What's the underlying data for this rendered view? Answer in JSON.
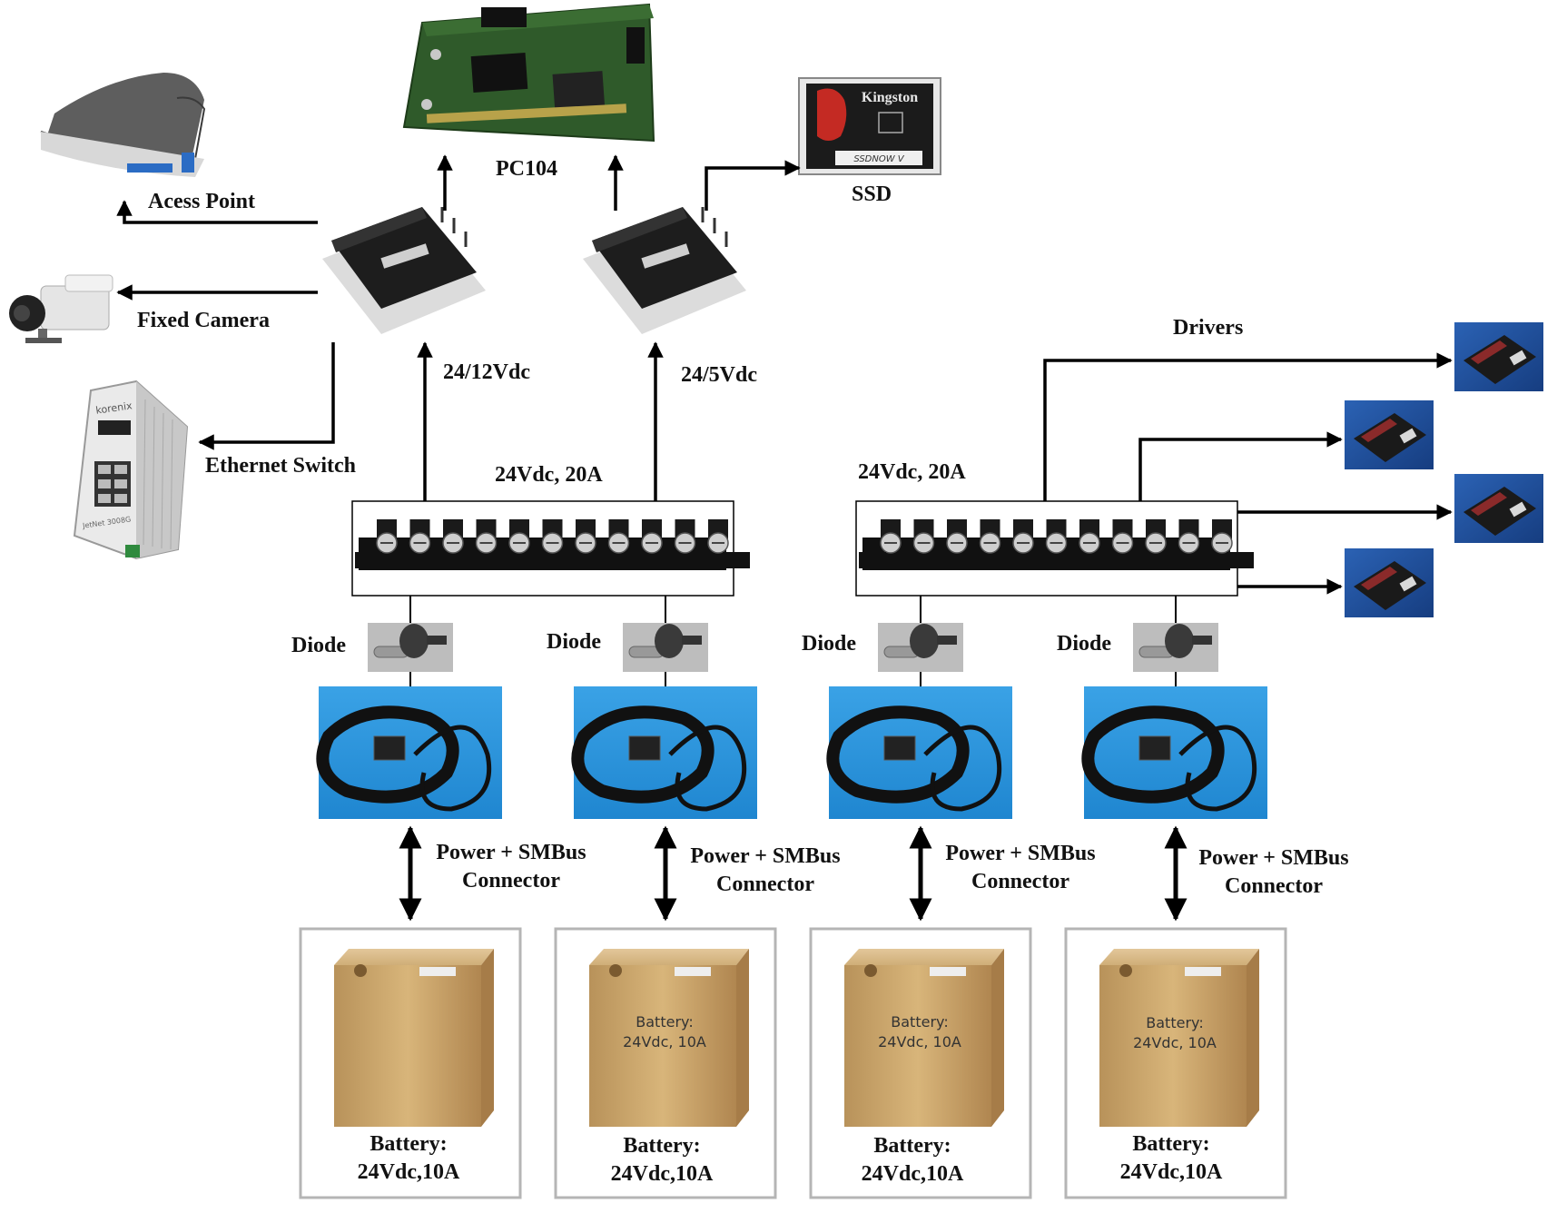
{
  "labels": {
    "pc104": "PC104",
    "ssd": "SSD",
    "access_point": "Acess Point",
    "fixed_camera": "Fixed Camera",
    "ethernet_switch": "Ethernet Switch",
    "conv_left": "24/12Vdc",
    "conv_right": "24/5Vdc",
    "bus_left": "24Vdc, 20A",
    "bus_right": "24Vdc, 20A",
    "drivers": "Drivers",
    "diode": "Diode",
    "connector_line1": "Power + SMBus",
    "connector_line2": "Connector",
    "battery_line1": "Battery:",
    "battery_line2": "24Vdc,10A",
    "battery_print_line1": "Battery:",
    "battery_print_line2": "24Vdc, 10A",
    "ssd_brand": "Kingston",
    "ssd_model": "SSDNOW V",
    "switch_brand": "korenix",
    "switch_model": "JetNet 3008G"
  },
  "colors": {
    "line": "#000000",
    "battery": "#c9a46a",
    "sensor_bg": "#2a8fd8",
    "driver_bg": "#1f4f9a",
    "pcb": "#2f5a2a",
    "ssd_red": "#c42a23"
  }
}
